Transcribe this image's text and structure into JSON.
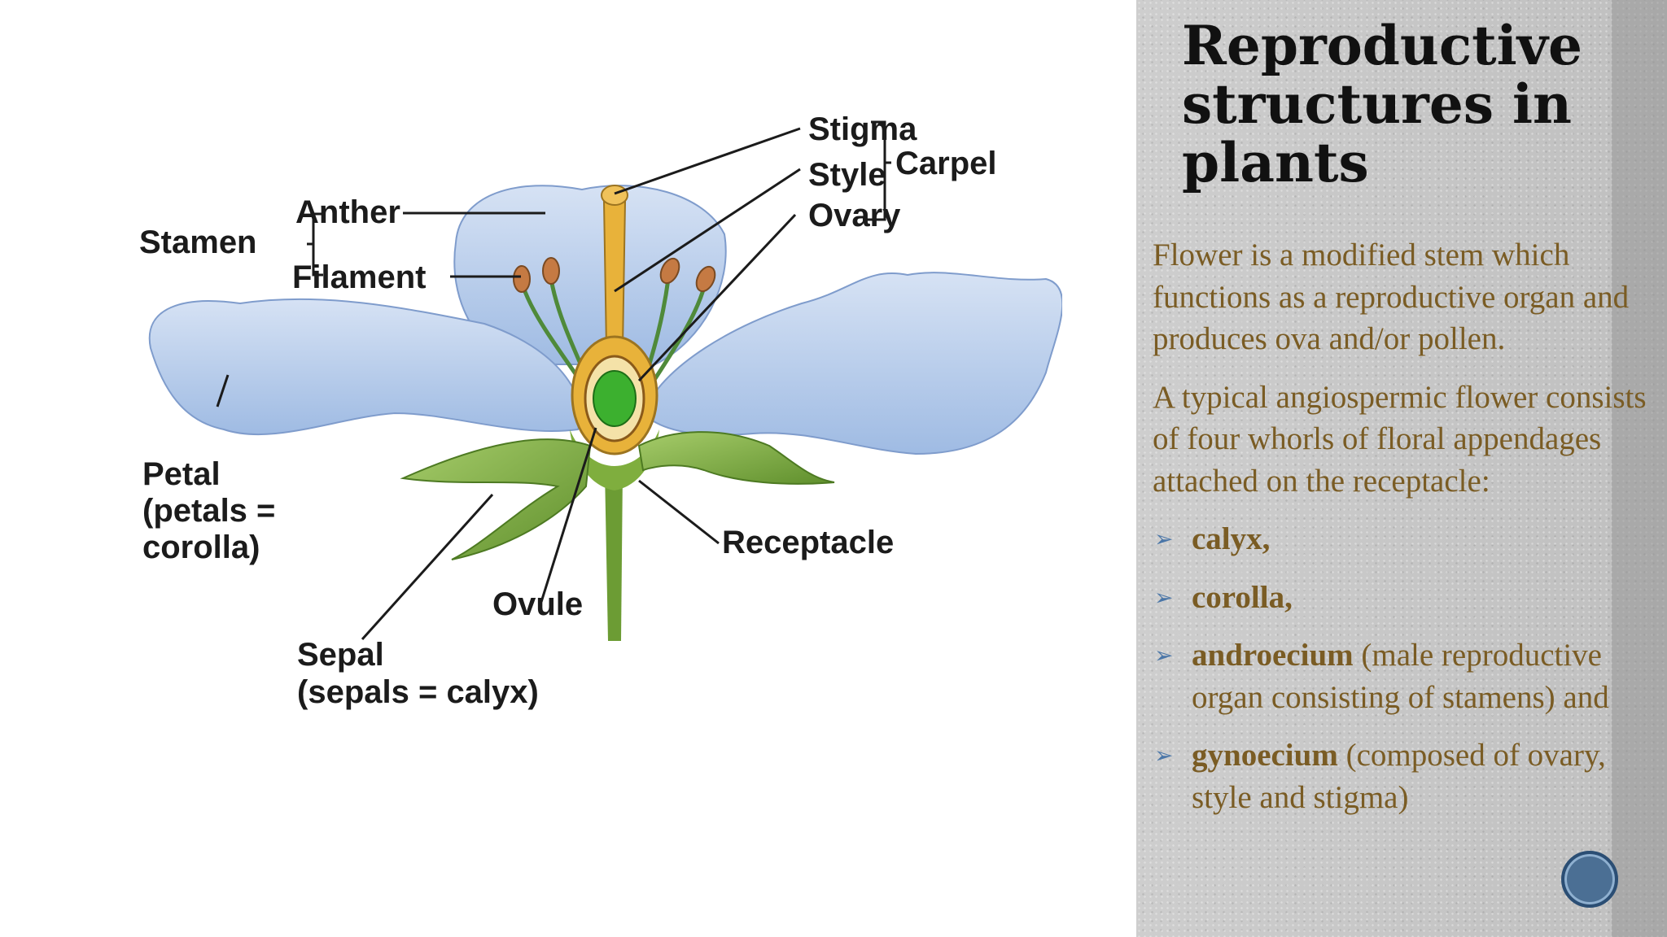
{
  "slide": {
    "title": "Reproductive structures in plants",
    "paragraphs": [
      "Flower is a modified stem which functions as a reproductive organ and produces ova and/or pollen.",
      "A typical angiospermic flower consists of four whorls of floral appendages attached on the receptacle:"
    ],
    "bullets": [
      {
        "term": "calyx,",
        "rest": ""
      },
      {
        "term": "corolla,",
        "rest": ""
      },
      {
        "term": "androecium",
        "rest": " (male reproductive organ consisting of stamens) and"
      },
      {
        "term": " gynoecium",
        "rest": " (composed of ovary, style and stigma)"
      }
    ],
    "bullet_icon": "arrow-bullet-icon",
    "nav_icon": "circle-nav-icon"
  },
  "diagram": {
    "labels": {
      "stigma": "Stigma",
      "style": "Style",
      "ovary": "Ovary",
      "carpel": "Carpel",
      "anther": "Anther",
      "filament": "Filament",
      "stamen": "Stamen",
      "petal_1": "Petal",
      "petal_2": "(petals =",
      "petal_3": "corolla)",
      "receptacle": "Receptacle",
      "ovule": "Ovule",
      "sepal_1": "Sepal",
      "sepal_2": "(sepals = calyx)"
    }
  },
  "colors": {
    "panel_bg": "#c7c7c7",
    "body_text": "#7a5c24",
    "title_text": "#111111",
    "bullet_arrow": "#4a76a8",
    "petal": "#b3c9ea",
    "sepal": "#7fb040",
    "pistil": "#e8b23a"
  }
}
